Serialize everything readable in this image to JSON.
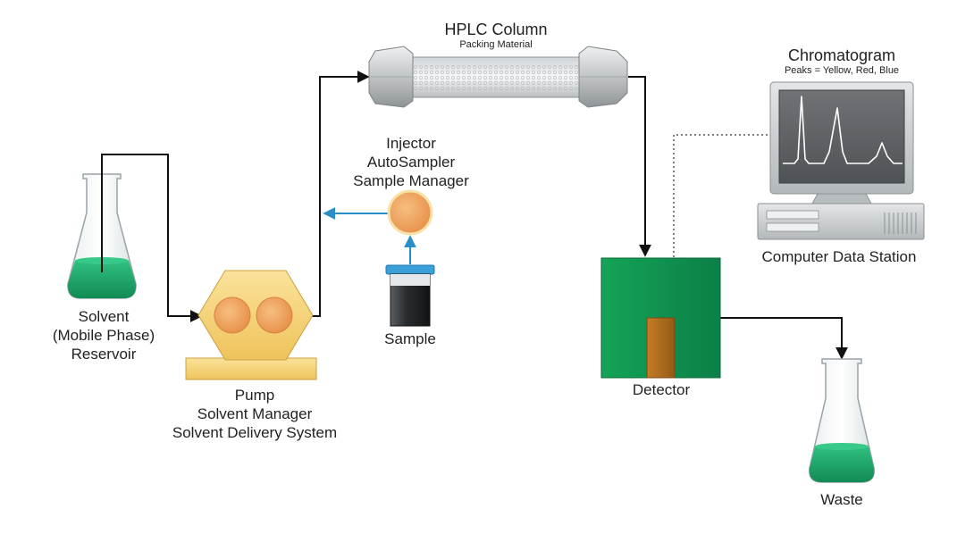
{
  "colors": {
    "flow_line": "#111111",
    "sample_line": "#2a8fc9",
    "liquid_green": "#1aa36b",
    "pump_body": "#f3cf70",
    "pump_head": "#f0a560",
    "detector_green": "#0d8a4d",
    "detector_cell": "#b6731f",
    "column_metal": "#c9ccce",
    "monitor_gray": "#d3d6d8"
  },
  "labels": {
    "solvent": [
      "Solvent",
      "(Mobile Phase)",
      "Reservoir"
    ],
    "pump": [
      "Pump",
      "Solvent Manager",
      "Solvent Delivery System"
    ],
    "injector": [
      "Injector",
      "AutoSampler",
      "Sample Manager"
    ],
    "sample": "Sample",
    "column_title": "HPLC Column",
    "column_subtitle": "Packing Material",
    "chromatogram_title": "Chromatogram",
    "chromatogram_subtitle": "Peaks = Yellow, Red, Blue",
    "computer": "Computer Data Station",
    "detector": "Detector",
    "waste": "Waste"
  }
}
